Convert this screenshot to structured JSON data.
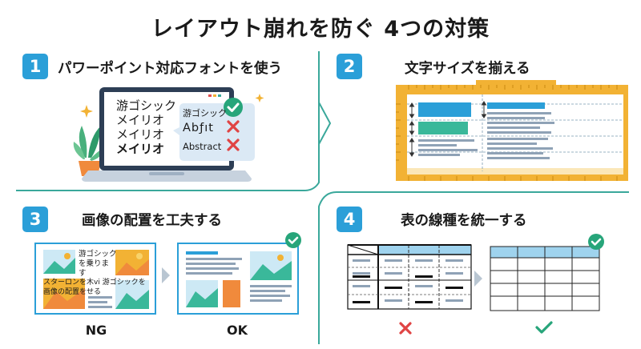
{
  "title": "レイアウト崩れを防ぐ 4つの対策",
  "sections": [
    {
      "number": "1",
      "heading": "パワーポイント対応フォントを使う",
      "screen_fonts": [
        "游ゴシック",
        "メイリオ",
        "メイリオ",
        "メイリオ"
      ],
      "callout_fonts": [
        {
          "text": "游ゴシック",
          "status": "ok"
        },
        {
          "text": "Abƒıt",
          "status": "ng"
        },
        {
          "text": "Abstract",
          "status": "ng"
        }
      ]
    },
    {
      "number": "2",
      "heading": "文字サイズを揃える"
    },
    {
      "number": "3",
      "heading": "画像の配置を工夫する",
      "ng_overlay_lines": [
        "游ゴシック",
        "を乗りま",
        "す",
        "スターロンを木vi  游ゴシックを",
        "画像の配置をせる"
      ],
      "ng_label": "NG",
      "ok_label": "OK"
    },
    {
      "number": "4",
      "heading": "表の線種を統一する"
    }
  ],
  "colors": {
    "accent": "#2b9fd8",
    "divider": "#3aa89b",
    "ok": "#27a57a",
    "ng": "#e04444",
    "ruler": "#f2b234",
    "table_header": "#9fd3ee"
  },
  "icons": [
    "check-circle-icon",
    "x-mark-icon",
    "checkmark-icon",
    "arrow-right-icon",
    "sparkle-icon",
    "plant-icon",
    "laptop-icon"
  ]
}
